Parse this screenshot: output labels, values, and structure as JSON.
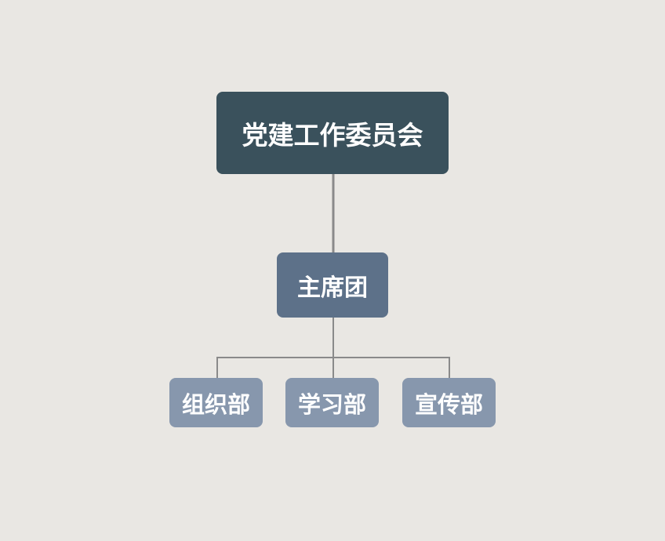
{
  "colors": {
    "background": "#e9e7e3",
    "root_fill": "#3a515c",
    "mid_fill": "#5d7189",
    "leaf_fill": "#8797ad",
    "connector": "#8a8a8a"
  },
  "org_chart": {
    "root": {
      "label": "党建工作委员会"
    },
    "middle": {
      "label": "主席团"
    },
    "departments": [
      {
        "label": "组织部"
      },
      {
        "label": "学习部"
      },
      {
        "label": "宣传部"
      }
    ]
  }
}
